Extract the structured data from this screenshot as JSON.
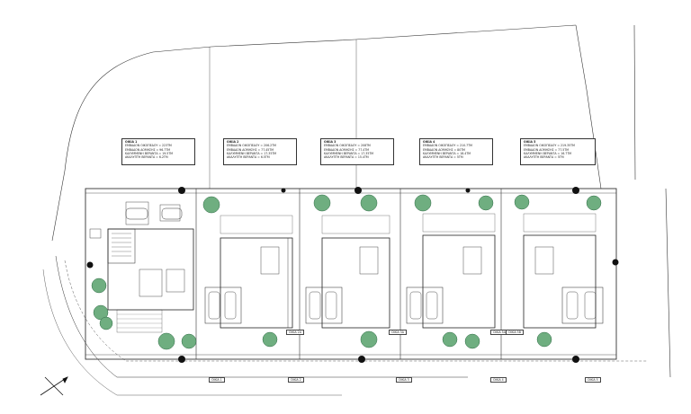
{
  "houses": [
    {
      "title": "ΟΙΚΙΑ 1",
      "lines": [
        "ΕΜΒΑΔΟΝ ΟΙΚΟΠΕΔΟΥ = 223ΤΜ",
        "ΕΜΒΑΔΟΝ ΔΟΜΗΣΗΣ = 96.7ΤΜ",
        "ΚΑΛΥΜΜΕΝΗ ΒΕΡΑΝΤΑ = 19.5ΤΜ",
        "ΑΚΑΛΥΠΤΗ ΒΕΡΑΝΤΑ = 6.2ΤΜ"
      ],
      "plan_label": "ΟΙΚΙΑ 1"
    },
    {
      "title": "ΟΙΚΙΑ 2",
      "lines": [
        "ΕΜΒΑΔΟΝ ΟΙΚΟΠΕΔΟΥ = 206.2ΤΜ",
        "ΕΜΒΑΔΟΝ ΔΟΜΗΣΗΣ = 77.45ΤΜ",
        "ΚΑΛΥΜΜΕΝΗ ΒΕΡΑΝΤΑ = 17.35ΤΜ",
        "ΑΚΑΛΥΠΤΗ ΒΕΡΑΝΤΑ = 6.5ΤΜ"
      ],
      "plan_label": "ΟΙΚΙΑ 2"
    },
    {
      "title": "ΟΙΚΙΑ 3",
      "lines": [
        "ΕΜΒΑΔΟΝ ΟΙΚΟΠΕΔΟΥ = 208ΤΜ",
        "ΕΜΒΑΔΟΝ ΔΟΜΗΣΗΣ = 77.4ΤΜ",
        "ΚΑΛΥΜΜΕΝΗ ΒΕΡΑΝΤΑ = 17.35ΤΜ",
        "ΑΚΑΛΥΠΤΗ ΒΕΡΑΝΤΑ = 15.4ΤΜ"
      ],
      "plan_label": "ΟΙΚΙΑ 3"
    },
    {
      "title": "ΟΙΚΙΑ 4",
      "lines": [
        "ΕΜΒΑΔΟΝ ΟΙΚΟΠΕΔΟΥ = 210.7ΤΜ",
        "ΕΜΒΑΔΟΝ ΔΟΜΗΣΗΣ = 80ΤΜ",
        "ΚΑΛΥΜΜΕΝΗ ΒΕΡΑΝΤΑ = 18.4ΤΜ",
        "ΑΚΑΛΥΠΤΗ ΒΕΡΑΝΤΑ = 5ΤΜ"
      ],
      "plan_label": "ΟΙΚΙΑ 4"
    },
    {
      "title": "ΟΙΚΙΑ 5",
      "lines": [
        "ΕΜΒΑΔΟΝ ΟΙΚΟΠΕΔΟΥ = 219.35ΤΜ",
        "ΕΜΒΑΔΟΝ ΔΟΜΗΣΗΣ = 77.5ΤΜ",
        "ΚΑΛΥΜΜΕΝΗ ΒΕΡΑΝΤΑ = 16.7ΤΜ",
        "ΑΚΑΛΥΠΤΗ ΒΕΡΑΝΤΑ = 5ΤΜ"
      ],
      "plan_label": "ΟΙΚΙΑ 5"
    }
  ],
  "tags": {
    "t1": "ΟΙΚΙΑ 2Α",
    "t2": "ΟΙΚΙΑ 3Α",
    "t3": "ΟΙΚΙΑ 5Α",
    "t4": "ΟΙΚΙΑ 5Β"
  },
  "colors": {
    "line": "#2b2b2b",
    "tree": "#3a7a55",
    "tree_light": "#8fbf9c"
  }
}
